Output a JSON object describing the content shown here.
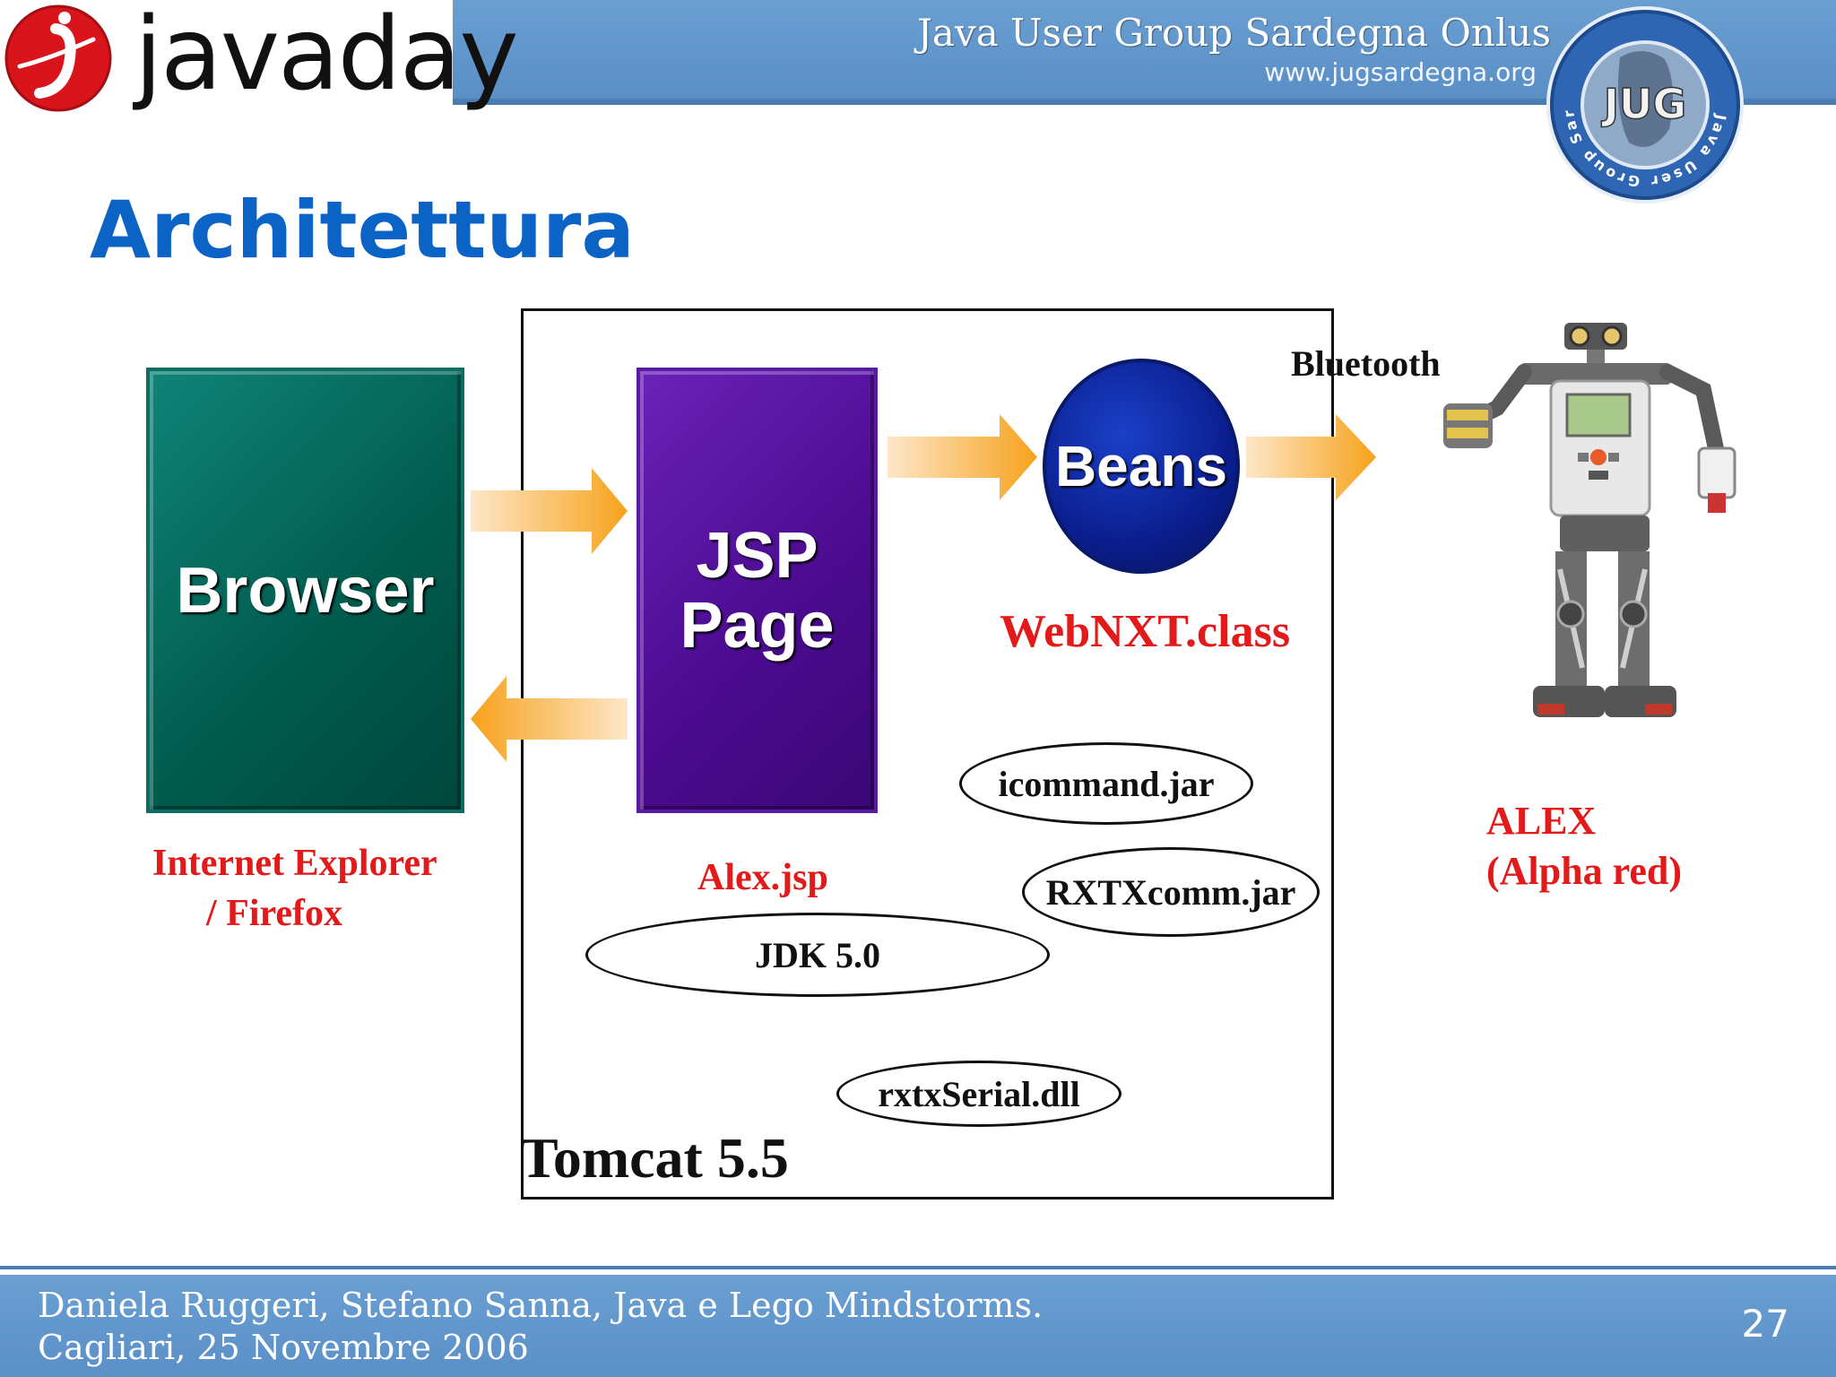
{
  "header": {
    "logo_text": "javaday",
    "group_name": "Java User Group Sardegna Onlus",
    "group_url": "www.jugsardegna.org",
    "badge_ring_text": "Java User Group Sardegna Onlus",
    "badge_center": "JUG"
  },
  "slide": {
    "title": "Architettura"
  },
  "diagram": {
    "browser": {
      "label": "Browser",
      "caption_line1": "Internet Explorer",
      "caption_line2": "/ Firefox"
    },
    "jsp": {
      "label_line1": "JSP",
      "label_line2": "Page",
      "caption": "Alex.jsp"
    },
    "beans": {
      "label": "Beans",
      "caption": "WebNXT.class"
    },
    "bluetooth": "Bluetooth",
    "libraries": {
      "icommand": "icommand.jar",
      "rxtxcomm": "RXTXcomm.jar",
      "jdk": "JDK 5.0",
      "rxtxserial": "rxtxSerial.dll"
    },
    "container": "Tomcat 5.5",
    "robot": {
      "name": "ALEX",
      "subtitle": "(Alpha red)"
    },
    "colors": {
      "browser": "#005a4c",
      "jsp": "#4a0a8e",
      "beans": "#0b1e8f",
      "arrow": "#f7a21b",
      "caption_red": "#e21a1a"
    }
  },
  "footer": {
    "line1": "Daniela Ruggeri, Stefano Sanna, Java e Lego Mindstorms.",
    "line2": "Cagliari, 25 Novembre 2006",
    "page_number": "27",
    "bar_color": "#6a9fd2"
  }
}
